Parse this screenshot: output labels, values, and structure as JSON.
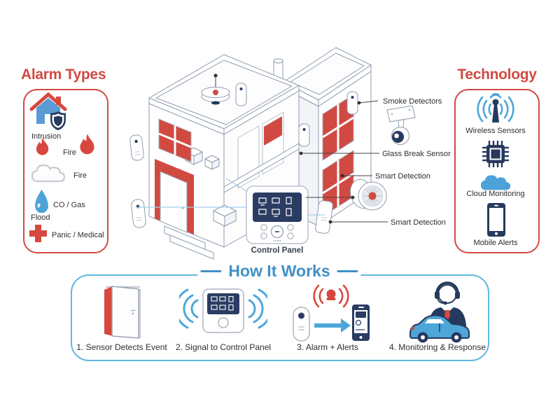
{
  "colors": {
    "accent_red": "#d14a42",
    "accent_blue": "#4da6d8",
    "title_blue": "#4290c6",
    "navy": "#263a5e",
    "hiw_border_blue": "#5eb8dd",
    "text_dark": "#2e2e2e"
  },
  "alarm_panel": {
    "title": "Alarm Types",
    "intrusion_label": "Intrusion",
    "fire_label_1": "Fire",
    "fire_label_2": "Fire",
    "co_gas_label": "CO / Gas",
    "flood_label": "Flood",
    "panic_label": "Panic / Medical"
  },
  "technology_panel": {
    "title": "Technology",
    "wireless_label": "Wireless Sensors",
    "cloud_label": "Cloud Monitoring",
    "mobile_label": "Mobile Alerts"
  },
  "house": {
    "labels": {
      "smoke": "Smoke Detectors",
      "glass_break": "Glass Break Sensor",
      "smart_detection_1": "Smart Detection",
      "smart_detection_2": "Smart Detection",
      "control_panel": "Control Panel"
    }
  },
  "how_it_works": {
    "title": "How It Works",
    "steps": [
      {
        "label": "1. Sensor Detects Event"
      },
      {
        "label": "2. Signal to Control Panel"
      },
      {
        "label": "3. Alarm + Alerts"
      },
      {
        "label": "4. Monitoring & Response"
      }
    ]
  },
  "icons": {
    "alarm_panel": [
      "house-shield-icon",
      "flame-icon",
      "flame-icon",
      "smoke-cloud-icon",
      "water-drop-icon",
      "medical-cross-icon"
    ],
    "technology_panel": [
      "wireless-antenna-icon",
      "chip-icon",
      "cloud-icon",
      "phone-icon"
    ],
    "house": [
      "isometric-house",
      "smoke-detector-icon",
      "wall-sensor-icon",
      "camera-icon",
      "siren-icon",
      "control-panel-device"
    ],
    "how_it_works": [
      "open-door-icon",
      "control-panel-waves-icon",
      "sensor-arrow-phone-icon",
      "operator-car-icon"
    ]
  }
}
